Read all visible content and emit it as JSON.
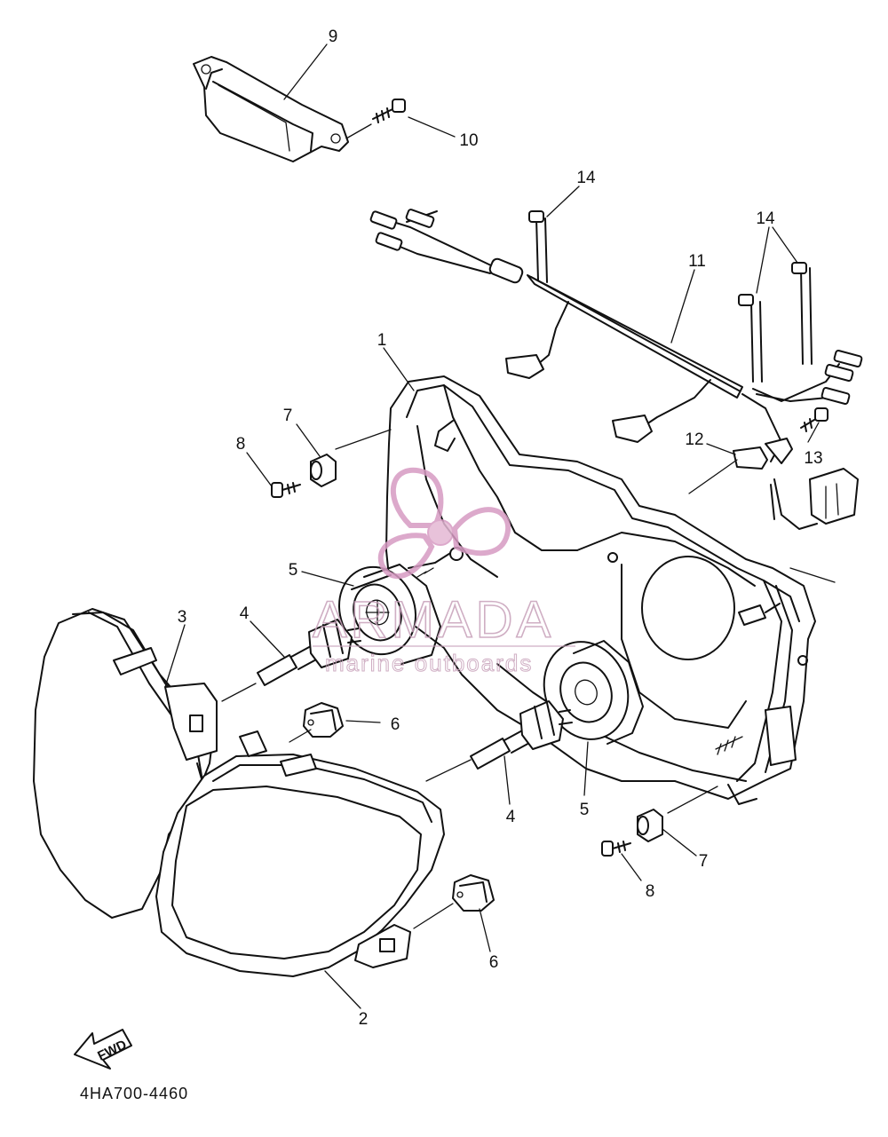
{
  "diagram": {
    "part_code": "4HA700-4460",
    "direction_label": "FWD",
    "watermark": {
      "brand": "ARMADA",
      "tagline": "marine outboards",
      "color": "#d79bc3"
    },
    "callouts": {
      "c1": "1",
      "c2": "2",
      "c3": "3",
      "c4a": "4",
      "c4b": "4",
      "c5a": "5",
      "c5b": "5",
      "c6a": "6",
      "c6b": "6",
      "c7a": "7",
      "c7b": "7",
      "c8a": "8",
      "c8b": "8",
      "c9": "9",
      "c10": "10",
      "c11": "11",
      "c12": "12",
      "c13": "13",
      "c14a": "14",
      "c14b": "14"
    }
  }
}
